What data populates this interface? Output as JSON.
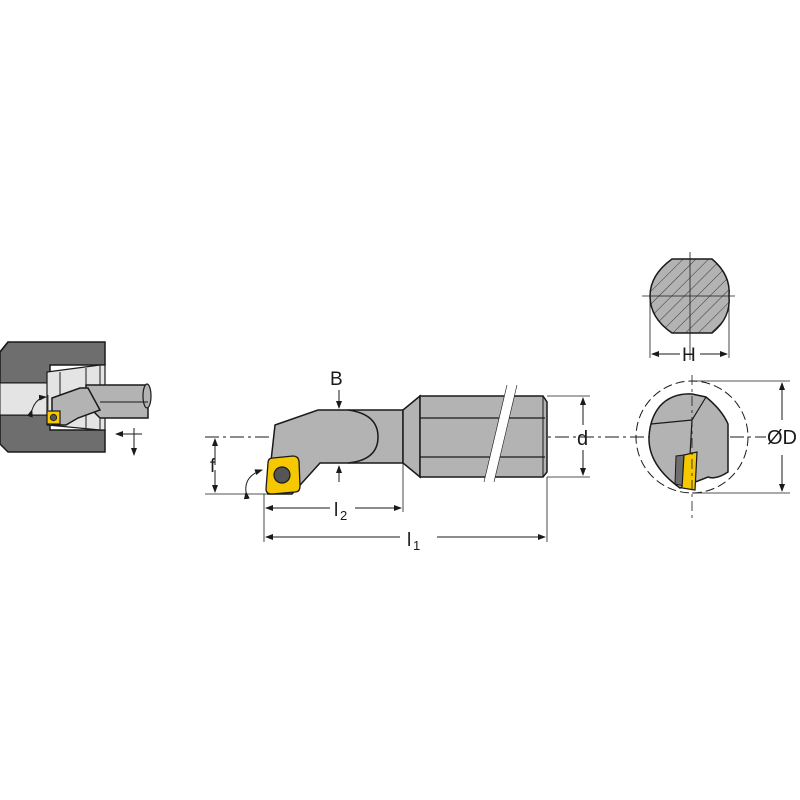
{
  "diagram": {
    "type": "boring-bar-technical-drawing",
    "colors": {
      "body_gray": "#b3b3b3",
      "dark_gray": "#6e6e6e",
      "light_gray": "#e4e4e4",
      "insert_yellow": "#f5c800",
      "screw_dark": "#555555",
      "line": "#1a1a1a"
    },
    "labels": {
      "B": "B",
      "f": "f",
      "l2": "l",
      "l2_sub": "2",
      "l1": "l",
      "l1_sub": "1",
      "d": "d",
      "H": "H",
      "D": "ØD"
    },
    "views": [
      {
        "name": "application-view",
        "description": "Boring bar machining inside a bore"
      },
      {
        "name": "side-view",
        "description": "Boring bar with square insert, dimensions B, f, l1, l2, d"
      },
      {
        "name": "shank-cross-section",
        "description": "Hatched shank section with dimension H"
      },
      {
        "name": "end-view",
        "description": "Front view with min bore diameter ØD"
      }
    ]
  }
}
